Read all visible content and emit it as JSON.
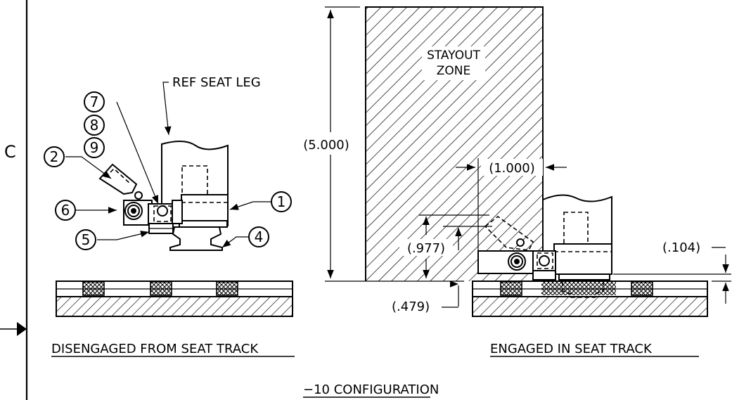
{
  "border": {
    "zone_letter": "C"
  },
  "left_view": {
    "caption": "DISENGAGED FROM SEAT TRACK",
    "ref_note": "REF SEAT LEG"
  },
  "right_view": {
    "caption": "ENGAGED IN SEAT TRACK",
    "stayout_line1": "STAYOUT",
    "stayout_line2": "ZONE"
  },
  "balloons": [
    "1",
    "2",
    "4",
    "5",
    "6",
    "7",
    "8",
    "9"
  ],
  "dimensions": {
    "height": "(5.000)",
    "width": "(1.000)",
    "lever_height": "(.977)",
    "track_offset": "(.479)",
    "seat_gap": "(.104)"
  },
  "title": "−10 CONFIGURATION"
}
